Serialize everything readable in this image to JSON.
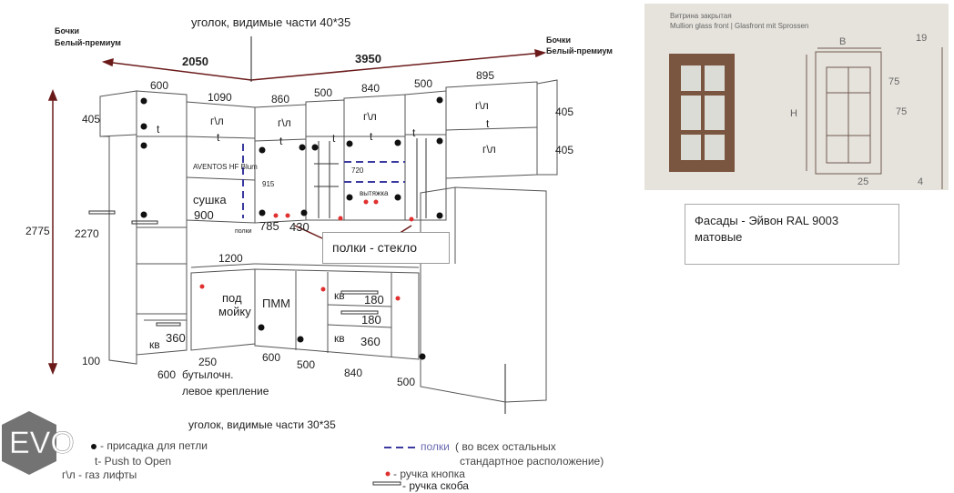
{
  "labels": [
    "Бочки",
    "Белый-премиум",
    "уголок, видимые части 40*35",
    "2050",
    "3950",
    "Бочки",
    "Белый-премиум",
    "600",
    "1090",
    "860",
    "500",
    "840",
    "500",
    "895",
    "405",
    "405",
    "405",
    "г\\л",
    "г\\л",
    "г\\л",
    "г\\л",
    "г\\л",
    "AVENTOS HF Blum",
    "915",
    "720",
    "вытяжка",
    "сушка",
    "900",
    "785",
    "430",
    "полки",
    "полки - стекло",
    "2775",
    "2270",
    "1200",
    "под",
    "мойку",
    "ПММ",
    "кв",
    "180",
    "180",
    "кв",
    "360",
    "кв",
    "360",
    "100",
    "250",
    "600",
    "бутылочн.",
    "левое крепление",
    "600",
    "500",
    "840",
    "500",
    "уголок, видимые части 30*35"
  ],
  "t_marks": [
    "t",
    "t",
    "t",
    "t",
    "t",
    "t",
    "t"
  ],
  "legend": {
    "hinge": "- присадка для петли",
    "push": "t- Push to Open",
    "gas": "г\\л - газ лифты",
    "shelves": "полки",
    "shelves_note1": "( во всех остальных",
    "shelves_note2": "стандартное расположение)",
    "knob": "- ручка кнопка",
    "bar": "- ручка скоба"
  },
  "photo": {
    "title_ru": "Витрина закрытая",
    "title_en": "Mullion glass front | Glasfront mit Sprossen",
    "dims": [
      "B",
      "H",
      "75",
      "75",
      "25",
      "19",
      "4"
    ]
  },
  "facade": {
    "line1": "Фасады -  Эйвон    RAL 9003",
    "line2": "матовые"
  },
  "logo": "EVO",
  "colors": {
    "dim_arrow": "#6b1a1a",
    "shelf_dash": "#3a3aa0",
    "knob": "#e03030",
    "photo_bg": "#e6e3dc",
    "frame": "#7a5540"
  }
}
